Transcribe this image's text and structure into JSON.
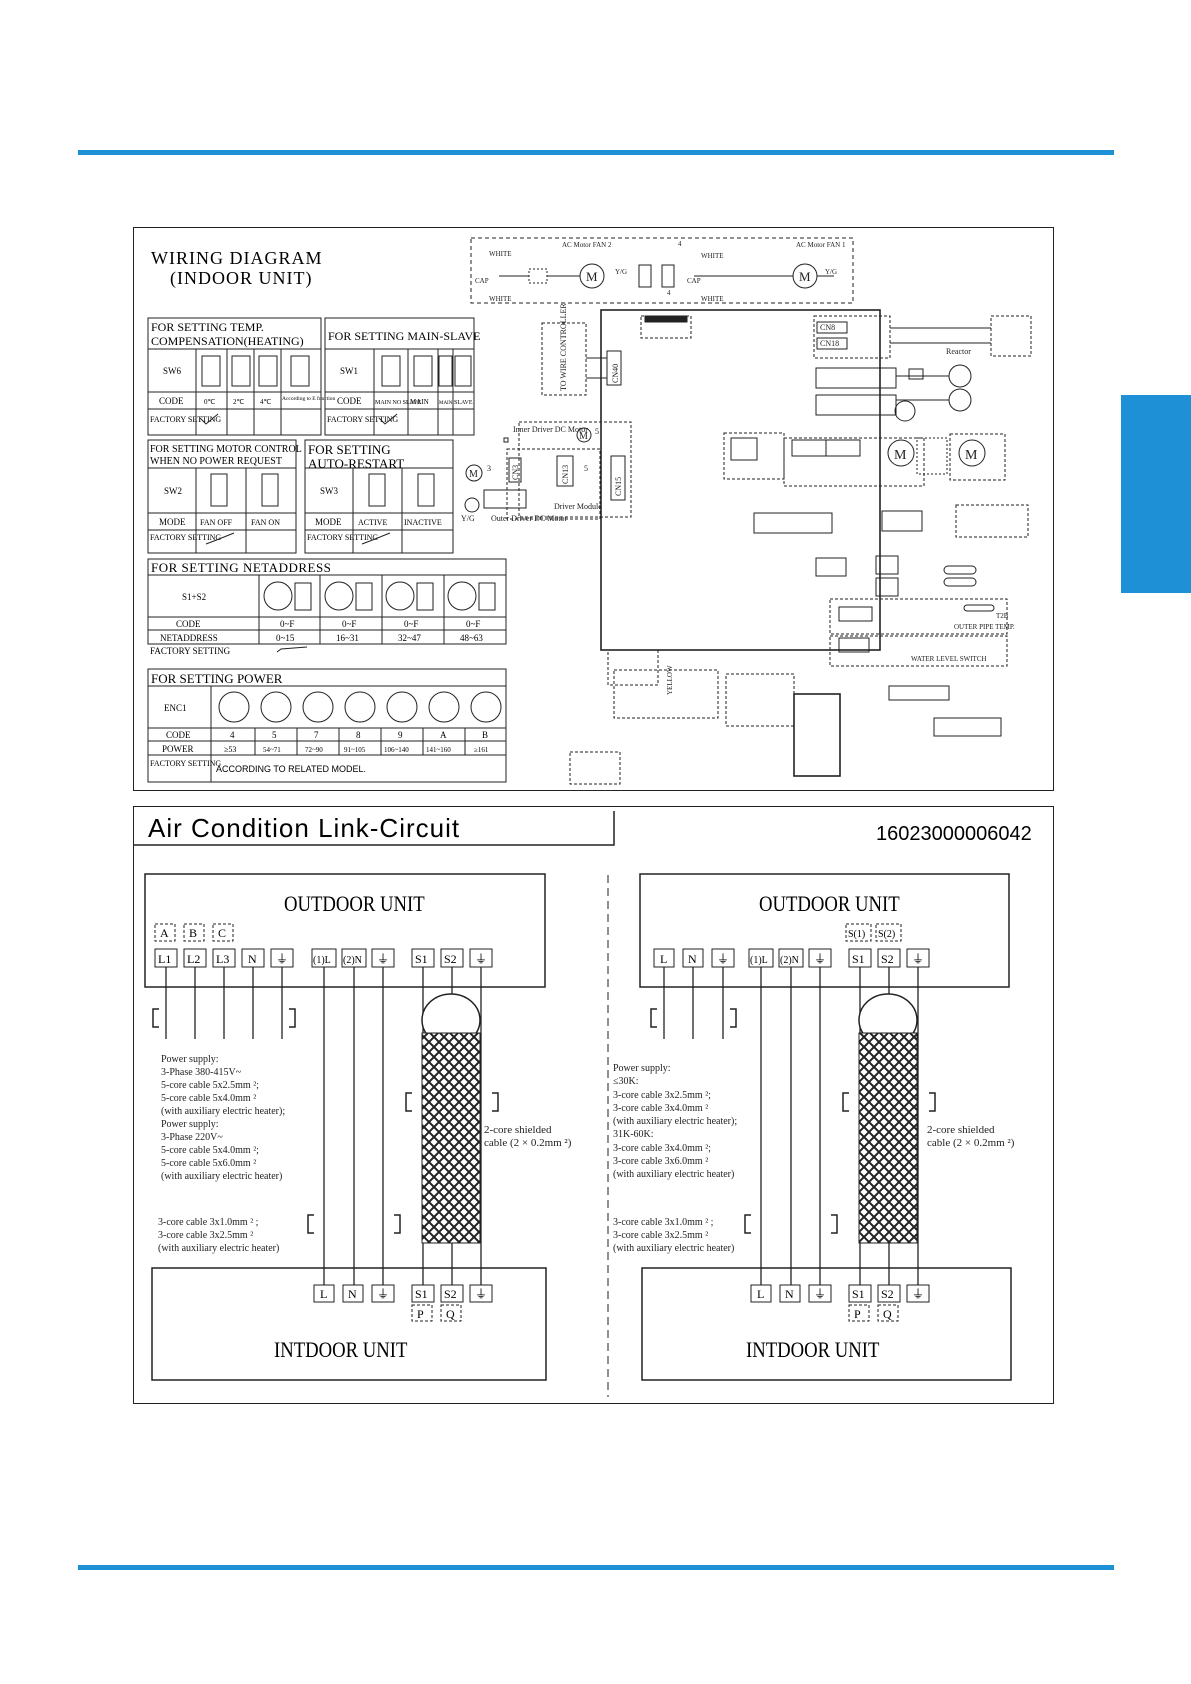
{
  "colors": {
    "accent": "#1e90d6",
    "line": "#222222"
  },
  "wiring": {
    "title1": "WIRING DIAGRAM",
    "title2": "(INDOOR UNIT)",
    "temp_comp": {
      "title1": "FOR SETTING TEMP.",
      "title2": "COMPENSATION(HEATING)",
      "switch": "SW6",
      "code_label": "CODE",
      "codes": [
        "0℃",
        "2℃",
        "4℃",
        "According to E function"
      ],
      "factory_label": "FACTORY SETTING"
    },
    "main_slave": {
      "title": "FOR SETTING MAIN-SLAVE",
      "switch": "SW1",
      "code_label": "CODE",
      "codes": [
        "MAIN NO SLAVE",
        "MAIN",
        "MAIN",
        "SLAVE"
      ],
      "factory_label": "FACTORY SETTING"
    },
    "motor_control": {
      "title1": "FOR SETTING MOTOR CONTROL",
      "title2": "WHEN NO POWER REQUEST",
      "switch": "SW2",
      "mode_label": "MODE",
      "modes": [
        "FAN OFF",
        "FAN ON"
      ],
      "factory_label": "FACTORY SETTING"
    },
    "auto_restart": {
      "title1": "FOR SETTING",
      "title2": "AUTO-RESTART",
      "switch": "SW3",
      "mode_label": "MODE",
      "modes": [
        "ACTIVE",
        "INACTIVE"
      ],
      "factory_label": "FACTORY SETTING"
    },
    "netaddress": {
      "title": "FOR SETTING NETADDRESS",
      "switch": "S1+S2",
      "code_label": "CODE",
      "codes": [
        "0~F",
        "0~F",
        "0~F",
        "0~F"
      ],
      "addr_label": "NETADDRESS",
      "addrs": [
        "0~15",
        "16~31",
        "32~47",
        "48~63"
      ],
      "factory_label": "FACTORY SETTING"
    },
    "power": {
      "title": "FOR SETTING POWER",
      "switch": "ENC1",
      "code_label": "CODE",
      "codes": [
        "4",
        "5",
        "7",
        "8",
        "9",
        "A",
        "B"
      ],
      "power_label": "POWER",
      "powers": [
        "≥53",
        "54~71",
        "72~90",
        "91~105",
        "106~140",
        "141~160",
        "≥161"
      ],
      "factory_label": "FACTORY SETTING",
      "factory_text": "ACCORDING TO RELATED MODEL."
    },
    "components": {
      "ac_motor_fan2": "AC Motor FAN 2",
      "ac_motor_fan1": "AC Motor FAN 1",
      "white": "WHITE",
      "yg": "Y/G",
      "cap": "CAP",
      "num4": "4",
      "cn8": "CN8",
      "cn18": "CN18",
      "reactor": "Reactor",
      "to_wire_controller": "TO WIRE CONTROLLER",
      "cn40": "CN40",
      "inner_driver_dc_motor": "Inner Driver DC Motor",
      "num5": "5",
      "num3": "3",
      "cn3": "CN3",
      "cn13": "CN13",
      "cn15": "CN15",
      "driver_module": "Driver Module",
      "outer_driver_dc_motor": "Outer Driver DC Motor",
      "t2b": "T2B",
      "outer_pipe_temp": "OUTER PIPE TEMP.",
      "water_level_switch": "WATER LEVEL SWITCH",
      "yellow": "YELLOW",
      "m": "M"
    }
  },
  "link": {
    "title": "Air Condition Link-Circuit",
    "code": "16023000006042",
    "left": {
      "outdoor": "OUTDOOR UNIT",
      "indoor": "INTDOOR UNIT",
      "top_letters": [
        "A",
        "B",
        "C"
      ],
      "terminals": [
        "L1",
        "L2",
        "L3",
        "N",
        "⏚",
        "(1)L",
        "(2)N",
        "⏚",
        "S1",
        "S2",
        "⏚"
      ],
      "indoor_terminals": [
        "L",
        "N",
        "⏚",
        "S1",
        "S2",
        "⏚"
      ],
      "pq": [
        "P",
        "Q"
      ],
      "power_text": [
        "Power supply:",
        "3-Phase 380-415V~",
        "5-core cable  5x2.5mm ²;",
        "5-core cable  5x4.0mm ²",
        "(with auxiliary electric  heater);",
        "Power supply:",
        "3-Phase 220V~",
        "5-core cable  5x4.0mm ²;",
        "5-core cable  5x6.0mm ²",
        "(with auxiliary electric  heater)"
      ],
      "shielded": [
        "2-core shielded",
        "cable (2 × 0.2mm ²)"
      ],
      "core_text": [
        "3-core cable 3x1.0mm ² ;",
        "3-core cable 3x2.5mm ²",
        "(with auxiliary electric  heater)"
      ]
    },
    "right": {
      "outdoor": "OUTDOOR UNIT",
      "indoor": "INTDOOR UNIT",
      "top_letters": [
        "S(1)",
        "S(2)"
      ],
      "terminals": [
        "L",
        "N",
        "⏚",
        "(1)L",
        "(2)N",
        "⏚",
        "S1",
        "S2",
        "⏚"
      ],
      "indoor_terminals": [
        "L",
        "N",
        "⏚",
        "S1",
        "S2",
        "⏚"
      ],
      "pq": [
        "P",
        "Q"
      ],
      "power_text": [
        "Power supply:",
        "≤30K:",
        "3-core cable 3x2.5mm ²;",
        "3-core cable 3x4.0mm ²",
        "(with auxiliary electric heater);",
        "31K-60K:",
        "3-core cable 3x4.0mm ²;",
        "3-core cable 3x6.0mm ²",
        "(with auxiliary electric heater)"
      ],
      "shielded": [
        "2-core shielded",
        "cable (2 × 0.2mm ²)"
      ],
      "core_text": [
        "3-core cable 3x1.0mm ² ;",
        "3-core cable 3x2.5mm ²",
        "(with auxiliary electric heater)"
      ]
    }
  }
}
